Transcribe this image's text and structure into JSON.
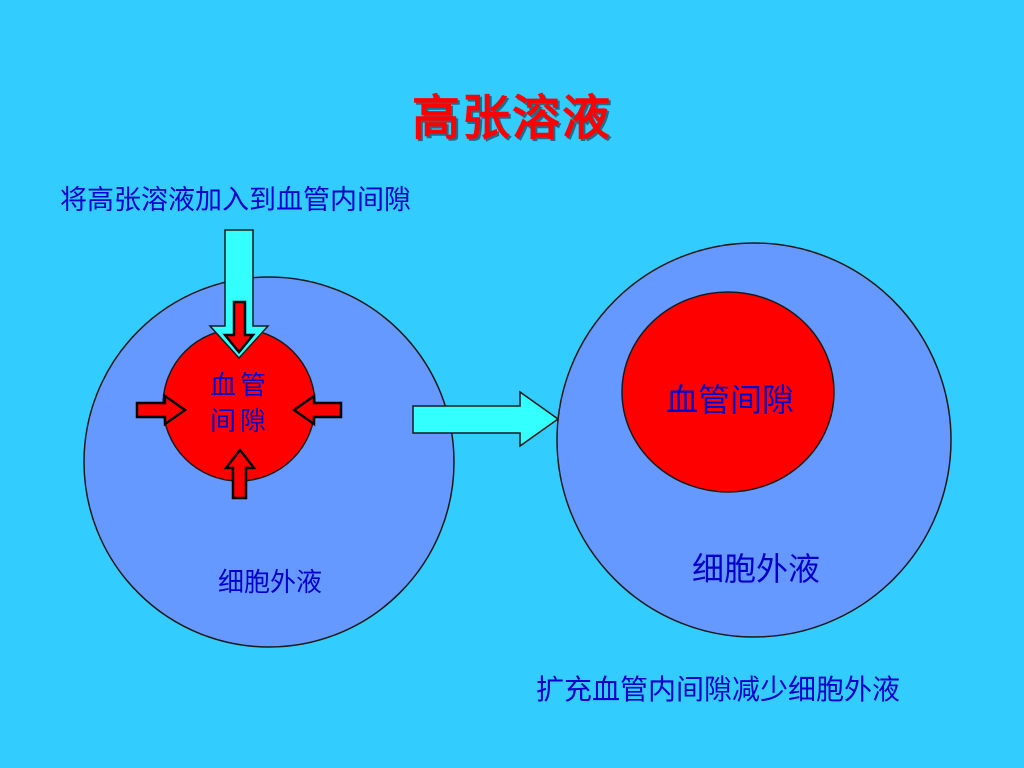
{
  "title": "高张溶液",
  "instruction": "将高张溶液加入到血管内间隙",
  "left_diagram": {
    "core_label_line1": "血管",
    "core_label_line2": "间隙",
    "outer_label": "细胞外液"
  },
  "right_diagram": {
    "core_label": "血管间隙",
    "outer_label": "细胞外液"
  },
  "result": "扩充血管内间隙减少细胞外液",
  "colors": {
    "background": "#33ccff",
    "outer_circle": "#6699ff",
    "core_circle": "#ff0000",
    "arrow_fill": "#33ffff",
    "label_text": "#0000cc",
    "title_text": "#ff0000"
  }
}
